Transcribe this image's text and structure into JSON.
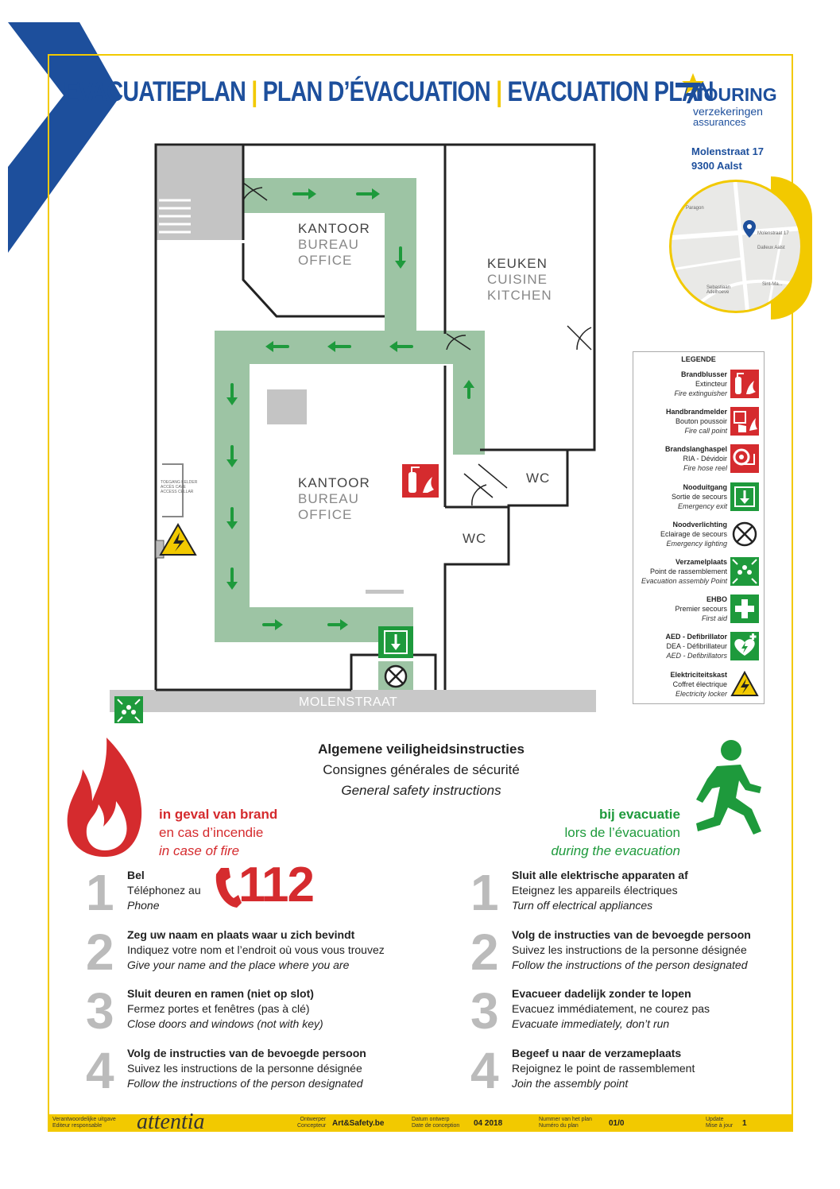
{
  "title": {
    "nl": "EVACUATIEPLAN",
    "fr": "PLAN D’ÉVACUATION",
    "en": "EVACUATION PLAN",
    "separator": "|"
  },
  "logo": {
    "main": "TOURING",
    "line2": "verzekeringen",
    "line3": "assurances",
    "brand_color": "#1d4f9c"
  },
  "address": {
    "street": "Molenstraat 17",
    "city": "9300 Aalst"
  },
  "map": {
    "labels": [
      "Molenstraat 17",
      "Dalleux Aalst",
      "Sebastiaan Adelhoeve",
      "Sint-Ma...",
      "Paragon"
    ]
  },
  "plan": {
    "rooms": [
      {
        "nl": "KANTOOR",
        "fr": "BUREAU",
        "en": "OFFICE"
      },
      {
        "nl": "KEUKEN",
        "fr": "CUISINE",
        "en": "KITCHEN"
      },
      {
        "nl": "KANTOOR",
        "fr": "BUREAU",
        "en": "OFFICE"
      }
    ],
    "wc": [
      "WC",
      "WC"
    ],
    "street": "MOLENSTRAAT",
    "toegang": [
      "TOEGANG KELDER",
      "ACCÈS CAVE",
      "ACCESS CELLAR"
    ],
    "route_color": "#9dc4a4",
    "arrow_color": "#1e9a3c"
  },
  "legend": {
    "title": "LEGENDE",
    "items": [
      {
        "nl": "Brandblusser",
        "fr": "Extincteur",
        "en": "Fire extinguisher",
        "icon": "fire-extinguisher-icon"
      },
      {
        "nl": "Handbrandmelder",
        "fr": "Bouton poussoir",
        "en": "Fire call point",
        "icon": "fire-alarm-icon"
      },
      {
        "nl": "Brandslanghaspel",
        "fr": "RIA - Dévidoir",
        "en": "Fire hose reel",
        "icon": "fire-hose-icon"
      },
      {
        "nl": "Nooduitgang",
        "fr": "Sortie de secours",
        "en": "Emergency exit",
        "icon": "emergency-exit-icon"
      },
      {
        "nl": "Noodverlichting",
        "fr": "Eclairage de secours",
        "en": "Emergency lighting",
        "icon": "emergency-light-icon"
      },
      {
        "nl": "Verzamelplaats",
        "fr": "Point de rassemblement",
        "en": "Evacuation assembly Point",
        "icon": "assembly-point-icon"
      },
      {
        "nl": "EHBO",
        "fr": "Premier secours",
        "en": "First aid",
        "icon": "first-aid-icon"
      },
      {
        "nl": "AED - Defibrillator",
        "fr": "DEA - Défibrillateur",
        "en": "AED - Defibrillators",
        "icon": "defibrillator-icon"
      },
      {
        "nl": "Elektriciteitskast",
        "fr": "Coffret électrique",
        "en": "Electricity locker",
        "icon": "electricity-icon"
      }
    ]
  },
  "instructions": {
    "title_nl": "Algemene veiligheidsinstructies",
    "title_fr": "Consignes générales de sécurité",
    "title_en": "General safety instructions",
    "fire": {
      "nl": "in geval van brand",
      "fr": "en cas d’incendie",
      "en": "in case of fire",
      "color": "#d52b2e",
      "phone": "112",
      "steps": [
        {
          "num": "1",
          "nl": "Bel",
          "fr": "Téléphonez au",
          "en": "Phone"
        },
        {
          "num": "2",
          "nl": "Zeg uw naam en plaats waar u zich bevindt",
          "fr": "Indiquez votre nom et l’endroit où vous vous trouvez",
          "en": "Give your name and the place where you are"
        },
        {
          "num": "3",
          "nl": "Sluit deuren en ramen (niet op slot)",
          "fr": "Fermez portes et fenêtres (pas à clé)",
          "en": "Close doors and windows (not with key)"
        },
        {
          "num": "4",
          "nl": "Volg de instructies van de bevoegde persoon",
          "fr": "Suivez les instructions de la personne désignée",
          "en": "Follow the instructions of the person designated"
        }
      ]
    },
    "evac": {
      "nl": "bij evacuatie",
      "fr": "lors de l’évacuation",
      "en": "during the evacuation",
      "color": "#1e9a3c",
      "steps": [
        {
          "num": "1",
          "nl": "Sluit alle elektrische apparaten af",
          "fr": "Eteignez les appareils électriques",
          "en": "Turn off electrical appliances"
        },
        {
          "num": "2",
          "nl": "Volg de instructies van de bevoegde persoon",
          "fr": "Suivez les instructions de la personne désignée",
          "en": "Follow the instructions of the person designated"
        },
        {
          "num": "3",
          "nl": "Evacueer dadelijk zonder te lopen",
          "fr": "Evacuez immédiatement, ne courez pas",
          "en": "Evacuate immediately, don’t run"
        },
        {
          "num": "4",
          "nl": "Begeef u naar de verzameplaats",
          "fr": "Rejoignez le point de rassemblement",
          "en": "Join the assembly point"
        }
      ]
    }
  },
  "footer": {
    "resp_nl": "Verantwoordelijke uitgave",
    "resp_fr": "Editeur responsable",
    "resp_value": "attentia",
    "ontw_nl": "Ontwerper",
    "ontw_fr": "Concepteur",
    "ontw_value": "Art&Safety.be",
    "datum_nl": "Datum ontwerp",
    "datum_fr": "Date de conception",
    "datum_value": "04 2018",
    "plan_nl": "Nummer van het plan",
    "plan_fr": "Numéro du plan",
    "plan_value": "01/0",
    "upd_nl": "Update",
    "upd_fr": "Mise à jour",
    "upd_value": "1"
  }
}
